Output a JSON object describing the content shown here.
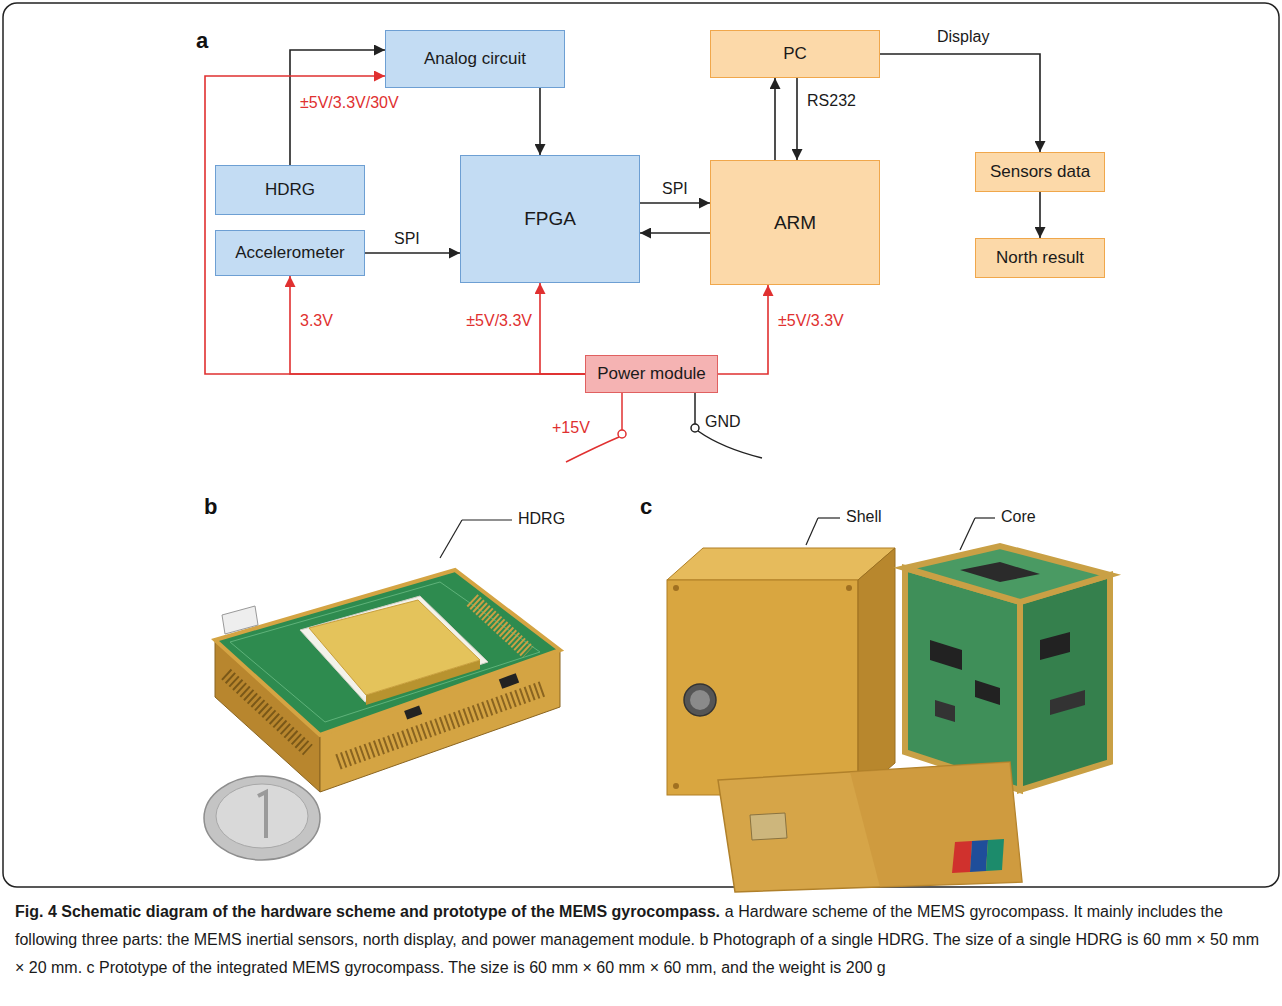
{
  "diagram": {
    "title": "Fig. 4 Schematic diagram of the hardware scheme and prototype of the MEMS gyrocompass.",
    "caption": "a Hardware scheme of the MEMS gyrocompass. It mainly includes the following three parts: the MEMS inertial sensors, north display, and power management module. b Photograph of a single HDRG. The size of a single HDRG is 60 mm × 50 mm × 20 mm. c Prototype of the integrated MEMS gyrocompass. The size is 60 mm × 60 mm × 60 mm, and the weight is 200 g",
    "nodes": [
      {
        "text": [
          "Analog circuit"
        ]
      },
      {
        "text": [
          "PC"
        ]
      },
      {
        "text": [
          "HDRG"
        ]
      },
      {
        "text": [
          "Accelerometer"
        ]
      },
      {
        "text": [
          "FPGA"
        ]
      },
      {
        "text": [
          "ARM"
        ]
      },
      {
        "text": [
          "Sensors data"
        ]
      },
      {
        "text": [
          "North result"
        ]
      },
      {
        "text": [
          "Power module"
        ]
      }
    ],
    "edges": [
      {
        "from": 2,
        "to": 0,
        "arrow": "to"
      },
      {
        "from": 0,
        "to": 4,
        "arrow": "to"
      },
      {
        "from": 3,
        "to": 4,
        "label": "SPI",
        "arrow": "to"
      },
      {
        "from": 4,
        "to": 5,
        "label": "SPI",
        "arrow": "to"
      },
      {
        "from": 5,
        "to": 4,
        "arrow": "to"
      },
      {
        "from": 5,
        "to": 1,
        "arrow": "to"
      },
      {
        "from": 1,
        "to": 5,
        "label": "RS232",
        "arrow": "to"
      },
      {
        "from": 1,
        "to": 6,
        "label": "Display",
        "arrow": "to"
      },
      {
        "from": 6,
        "to": 7,
        "arrow": "to"
      },
      {
        "from": 8,
        "to": 0,
        "label": "±5V/3.3V/30V",
        "arrow": "to"
      },
      {
        "from": 8,
        "to": 3,
        "label": "3.3V",
        "arrow": "to"
      },
      {
        "from": 8,
        "to": 4,
        "label": "±5V/3.3V",
        "arrow": "to"
      },
      {
        "from": 8,
        "to": 5,
        "label": "±5V/3.3V",
        "arrow": "to"
      }
    ],
    "labels": [
      "a",
      "+15V",
      "GND",
      "b",
      "c",
      "HDRG",
      "Shell",
      "Core"
    ]
  }
}
